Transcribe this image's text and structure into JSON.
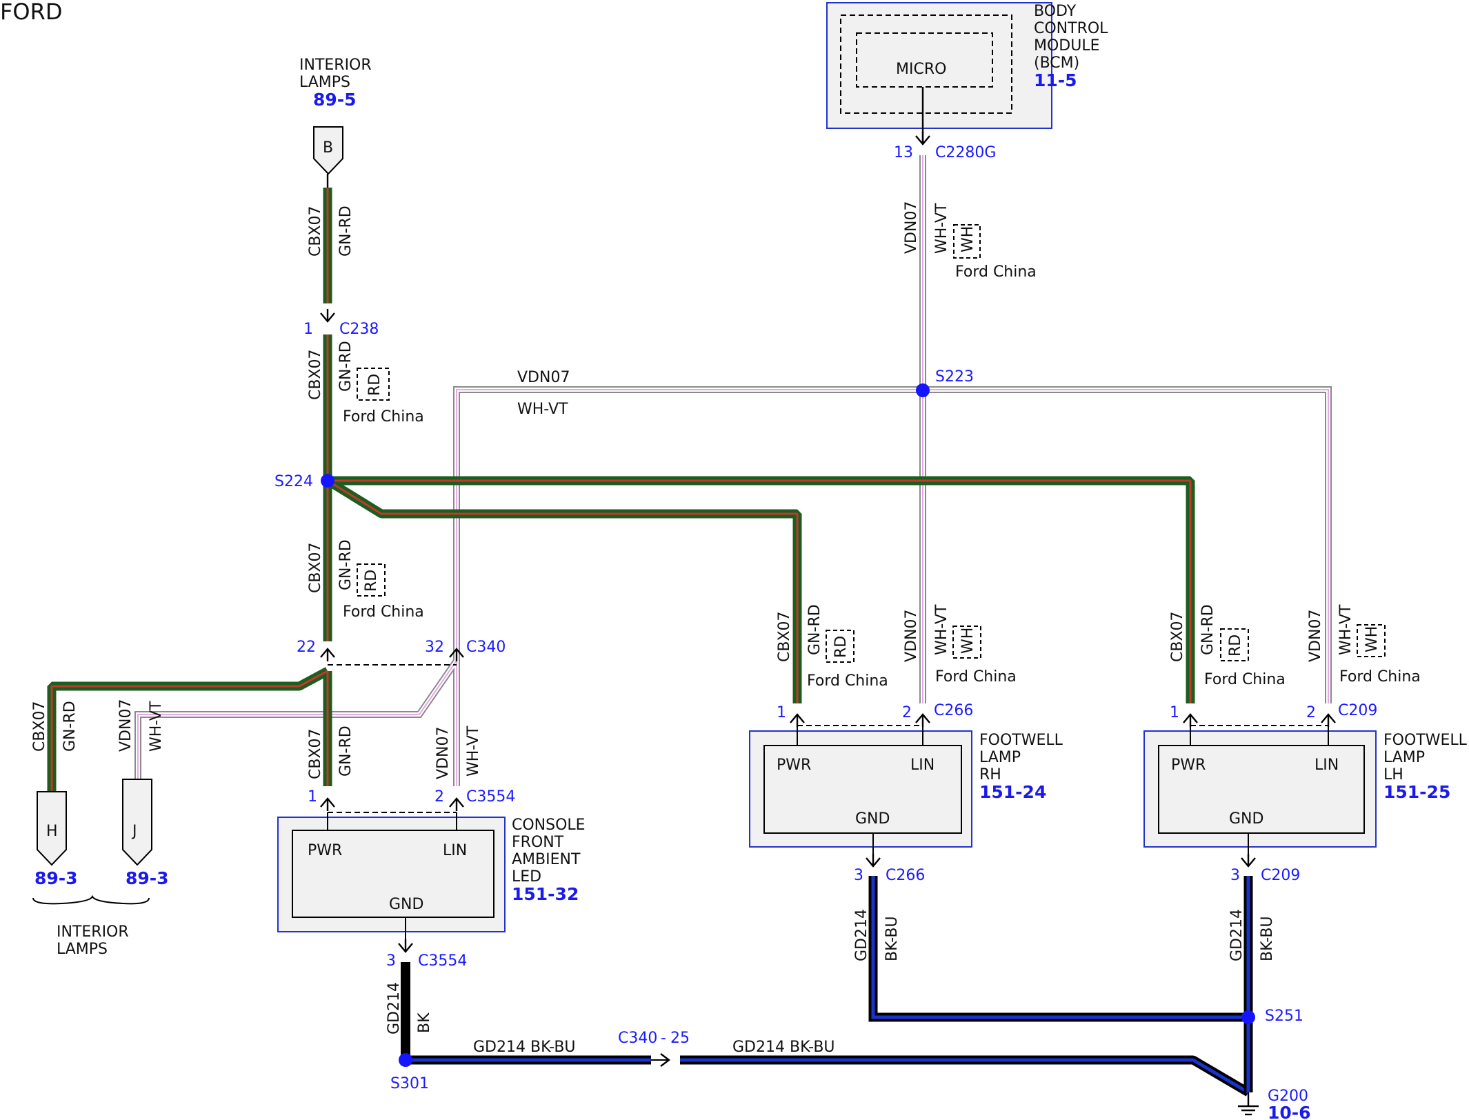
{
  "brand": "FORD",
  "colors": {
    "gn_rd_outer": "#1b5e20",
    "gn_rd_inner": "#c0392b",
    "wh_vt_outer": "#8a8a8a",
    "wh_vt_inner": "#e6b3e6",
    "bk_bu_outer": "#000000",
    "bk_bu_inner": "#1a33cc",
    "splice": "#1515ff",
    "module_border": "#2233cc",
    "module_fill": "#f1f1f1"
  },
  "modules": {
    "bcm": {
      "l1": "BODY",
      "l2": "CONTROL",
      "l3": "MODULE",
      "l4": "(BCM)",
      "ref": "11-5",
      "inner": "MICRO"
    },
    "console": {
      "l1": "CONSOLE",
      "l2": "FRONT",
      "l3": "AMBIENT",
      "l4": "LED",
      "ref": "151-32",
      "pwr": "PWR",
      "lin": "LIN",
      "gnd": "GND"
    },
    "footrh": {
      "l1": "FOOTWELL",
      "l2": "LAMP",
      "l3": "RH",
      "ref": "151-24",
      "pwr": "PWR",
      "lin": "LIN",
      "gnd": "GND"
    },
    "footlh": {
      "l1": "FOOTWELL",
      "l2": "LAMP",
      "l3": "LH",
      "ref": "151-25",
      "pwr": "PWR",
      "lin": "LIN",
      "gnd": "GND"
    }
  },
  "interior_top": {
    "l1": "INTERIOR",
    "l2": "LAMPS",
    "ref": "89-5",
    "pin": "B"
  },
  "interior_bottom": {
    "l1": "INTERIOR",
    "l2": "LAMPS",
    "h_pin": "H",
    "j_pin": "J",
    "h_ref": "89-3",
    "j_ref": "89-3"
  },
  "wires": {
    "cbx07": "CBX07",
    "gnrd": "GN-RD",
    "vdn07": "VDN07",
    "whvt": "WH-VT",
    "gd214": "GD214",
    "bkbu": "BK-BU",
    "bk": "BK",
    "gd214_bkbu": "GD214 BK-BU",
    "rd": "RD",
    "wh": "WH",
    "ford_china": "Ford China"
  },
  "connectors": {
    "c2280g": "C2280G",
    "c2280g_pin": "13",
    "c238": "C238",
    "c238_pin": "1",
    "c340": "C340",
    "c340_pin_a": "22",
    "c340_pin_b": "32",
    "c3554": "C3554",
    "c3554_pin1": "1",
    "c3554_pin2": "2",
    "c3554_pin3": "3",
    "c266": "C266",
    "c266_pin1": "1",
    "c266_pin2": "2",
    "c266_pin3": "3",
    "c209": "C209",
    "c209_pin1": "1",
    "c209_pin2": "2",
    "c209_pin3": "3",
    "c340_25": "C340",
    "c340_25_pin": "25"
  },
  "splices": {
    "s223": "S223",
    "s224": "S224",
    "s301": "S301",
    "s251": "S251"
  },
  "ground": {
    "name": "G200",
    "ref": "10-6"
  }
}
